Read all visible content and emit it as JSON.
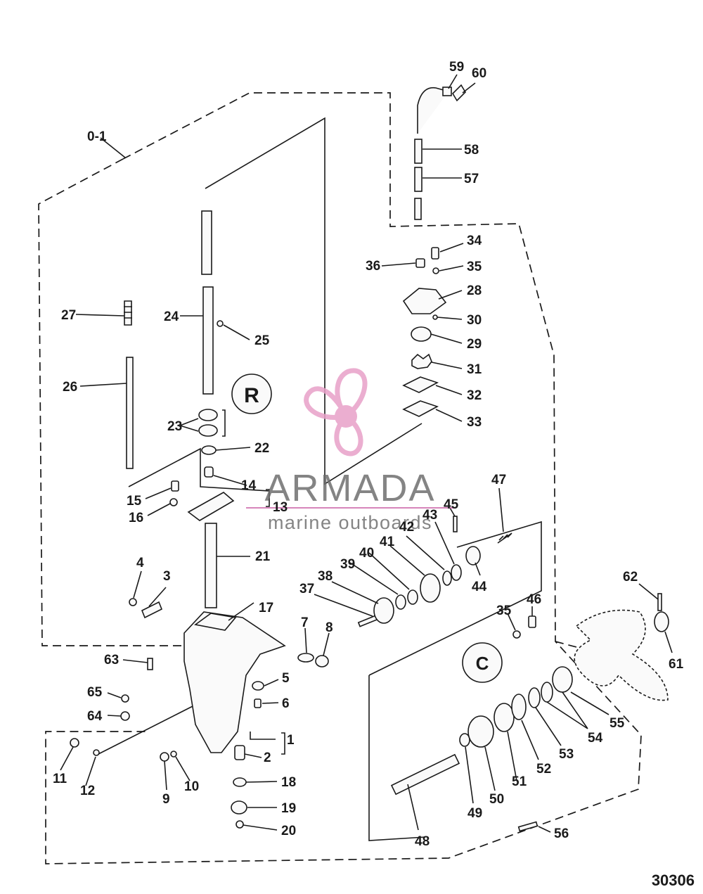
{
  "drawing": {
    "assembly_label": "0-1",
    "drawing_number": "30306",
    "inset_letter_top": "R",
    "inset_letter_bottom": "C"
  },
  "watermark": {
    "brand": "ARMADA",
    "tagline": "marine outboards",
    "logo_color": "#e8a0c8",
    "text_color": "#6f6f6f"
  },
  "callouts": [
    "1",
    "2",
    "3",
    "4",
    "5",
    "6",
    "7",
    "8",
    "9",
    "10",
    "11",
    "12",
    "13",
    "14",
    "15",
    "16",
    "17",
    "18",
    "19",
    "20",
    "21",
    "22",
    "23",
    "24",
    "25",
    "26",
    "27",
    "28",
    "29",
    "30",
    "31",
    "32",
    "33",
    "34",
    "35",
    "35",
    "36",
    "37",
    "38",
    "39",
    "40",
    "41",
    "42",
    "43",
    "44",
    "45",
    "46",
    "47",
    "48",
    "49",
    "50",
    "51",
    "52",
    "53",
    "54",
    "55",
    "56",
    "57",
    "58",
    "59",
    "60",
    "61",
    "62",
    "63",
    "64",
    "65"
  ]
}
